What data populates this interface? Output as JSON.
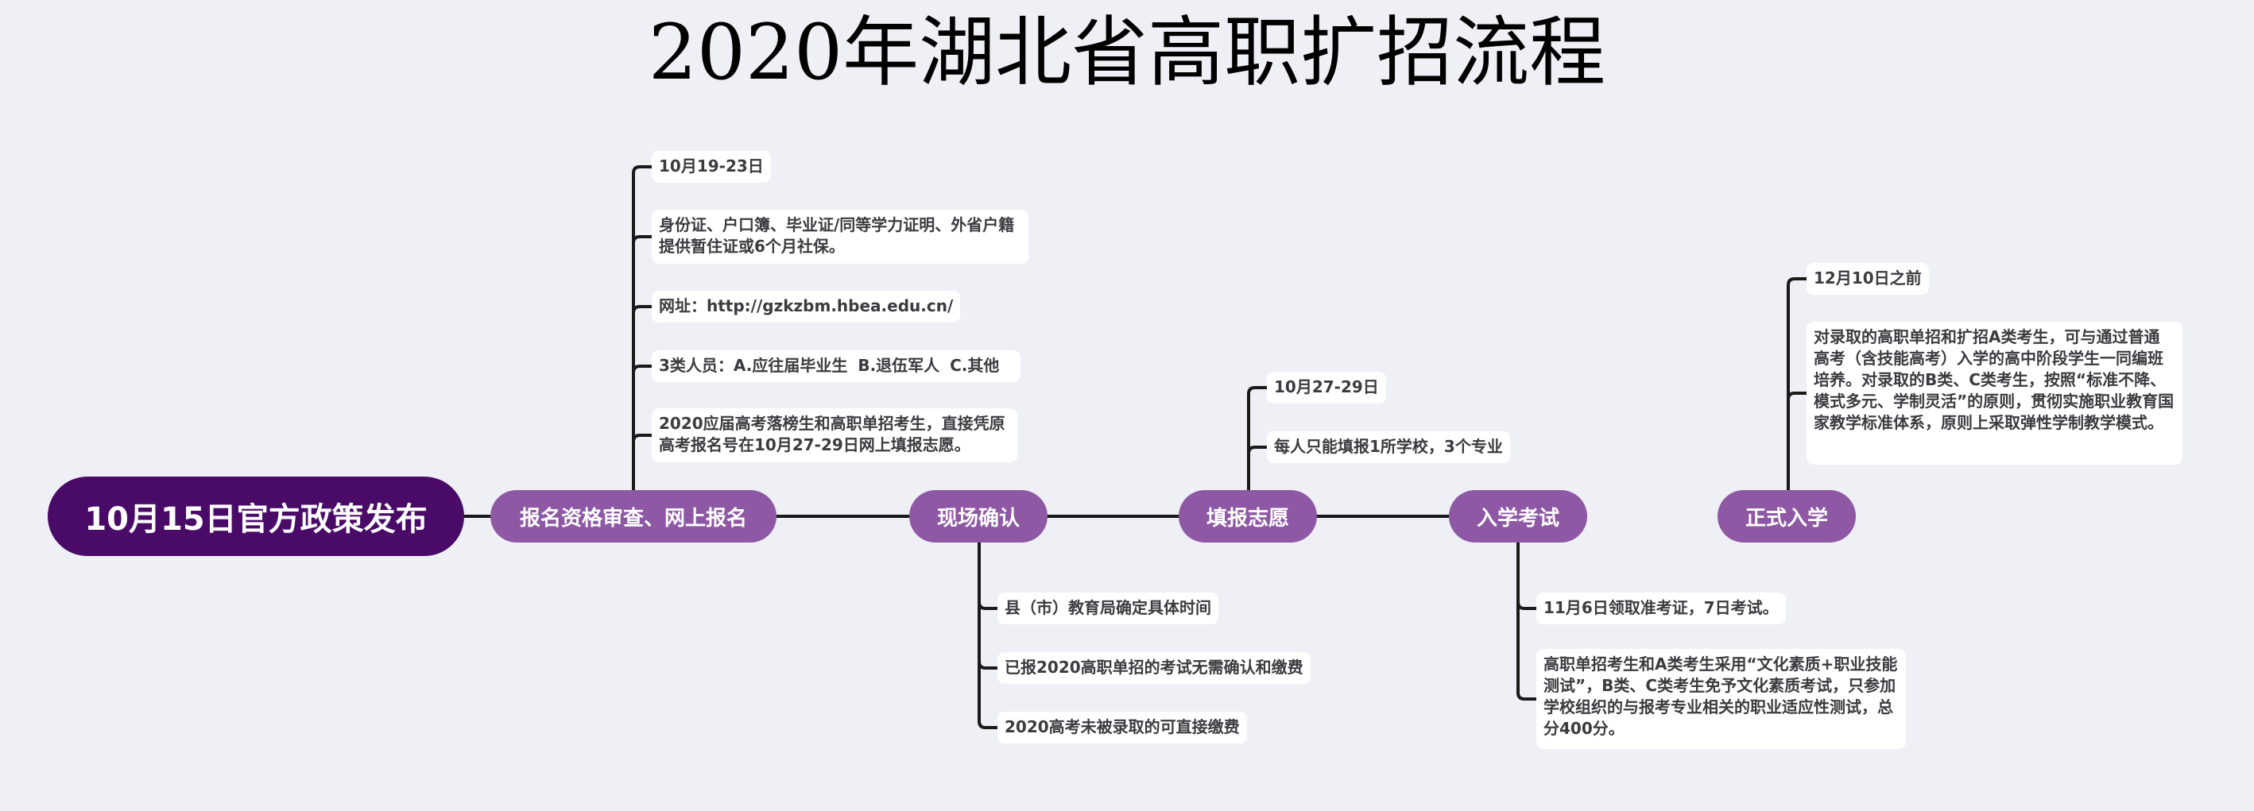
{
  "title": "2020年湖北省高职扩招流程",
  "colors": {
    "background": "#eff0f5",
    "root_fill": "#4a0a68",
    "stage_fill": "#8e58a4",
    "leaf_fill": "#ffffff",
    "connector": "#1a1a1a"
  },
  "root": {
    "label": "10月15日官方政策发布"
  },
  "stages": [
    {
      "label": "报名资格审查、网上报名",
      "items": [
        "10月19-23日",
        "身份证、户口簿、毕业证/同等学力证明、外省户籍提供暂住证或6个月社保。",
        "网址：http://gzkzbm.hbea.edu.cn/",
        "3类人员：A.应往届毕业生 B.退伍军人 C.其他",
        "2020应届高考落榜生和高职单招考生，直接凭原高考报名号在10月27-29日网上填报志愿。"
      ]
    },
    {
      "label": "现场确认",
      "items": [
        "县（市）教育局确定具体时间",
        "已报2020高职单招的考试无需确认和缴费",
        "2020高考未被录取的可直接缴费"
      ]
    },
    {
      "label": "填报志愿",
      "items": [
        "10月27-29日",
        "每人只能填报1所学校，3个专业"
      ]
    },
    {
      "label": "入学考试",
      "items": [
        "11月6日领取准考证，7日考试。",
        "高职单招考生和A类考生采用“文化素质+职业技能测试”，B类、C类考生免予文化素质考试，只参加学校组织的与报考专业相关的职业适应性测试，总分400分。"
      ]
    },
    {
      "label": "正式入学",
      "items": [
        "12月10日之前",
        "对录取的高职单招和扩招A类考生，可与通过普通高考（含技能高考）入学的高中阶段学生一同编班培养。对录取的B类、C类考生，按照“标准不降、模式多元、学制灵活”的原则，贯彻实施职业教育国家教学标准体系，原则上采取弹性学制教学模式。"
      ]
    }
  ]
}
